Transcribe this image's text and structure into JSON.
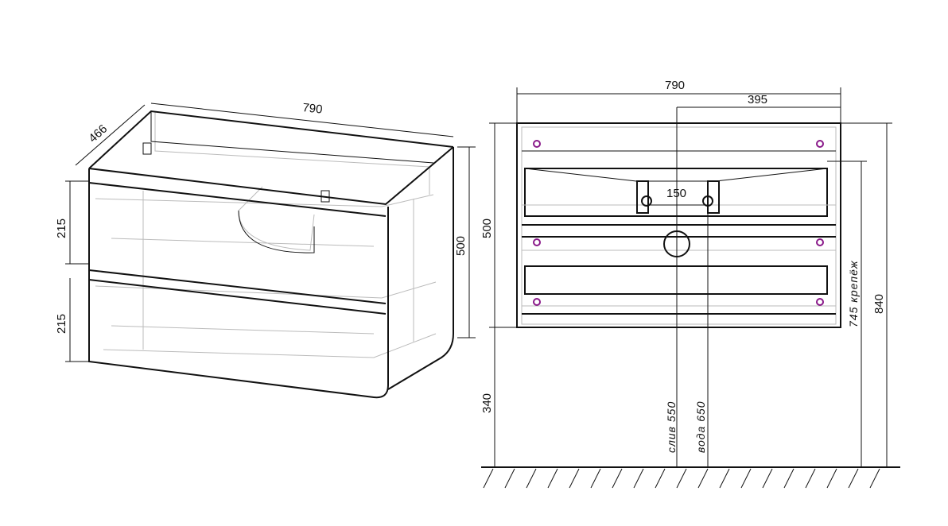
{
  "left_view": {
    "dims": {
      "width": "790",
      "depth": "466",
      "drawer_top": "215",
      "drawer_bottom": "215",
      "height": "500"
    }
  },
  "front_view": {
    "dims": {
      "width": "790",
      "half_width": "395",
      "pipe_spacing": "150",
      "height": "500",
      "floor_gap": "340",
      "total_height": "840"
    },
    "labels": {
      "drain": "слив 550",
      "water": "вода 650",
      "mounting": "745 крепёж"
    }
  }
}
